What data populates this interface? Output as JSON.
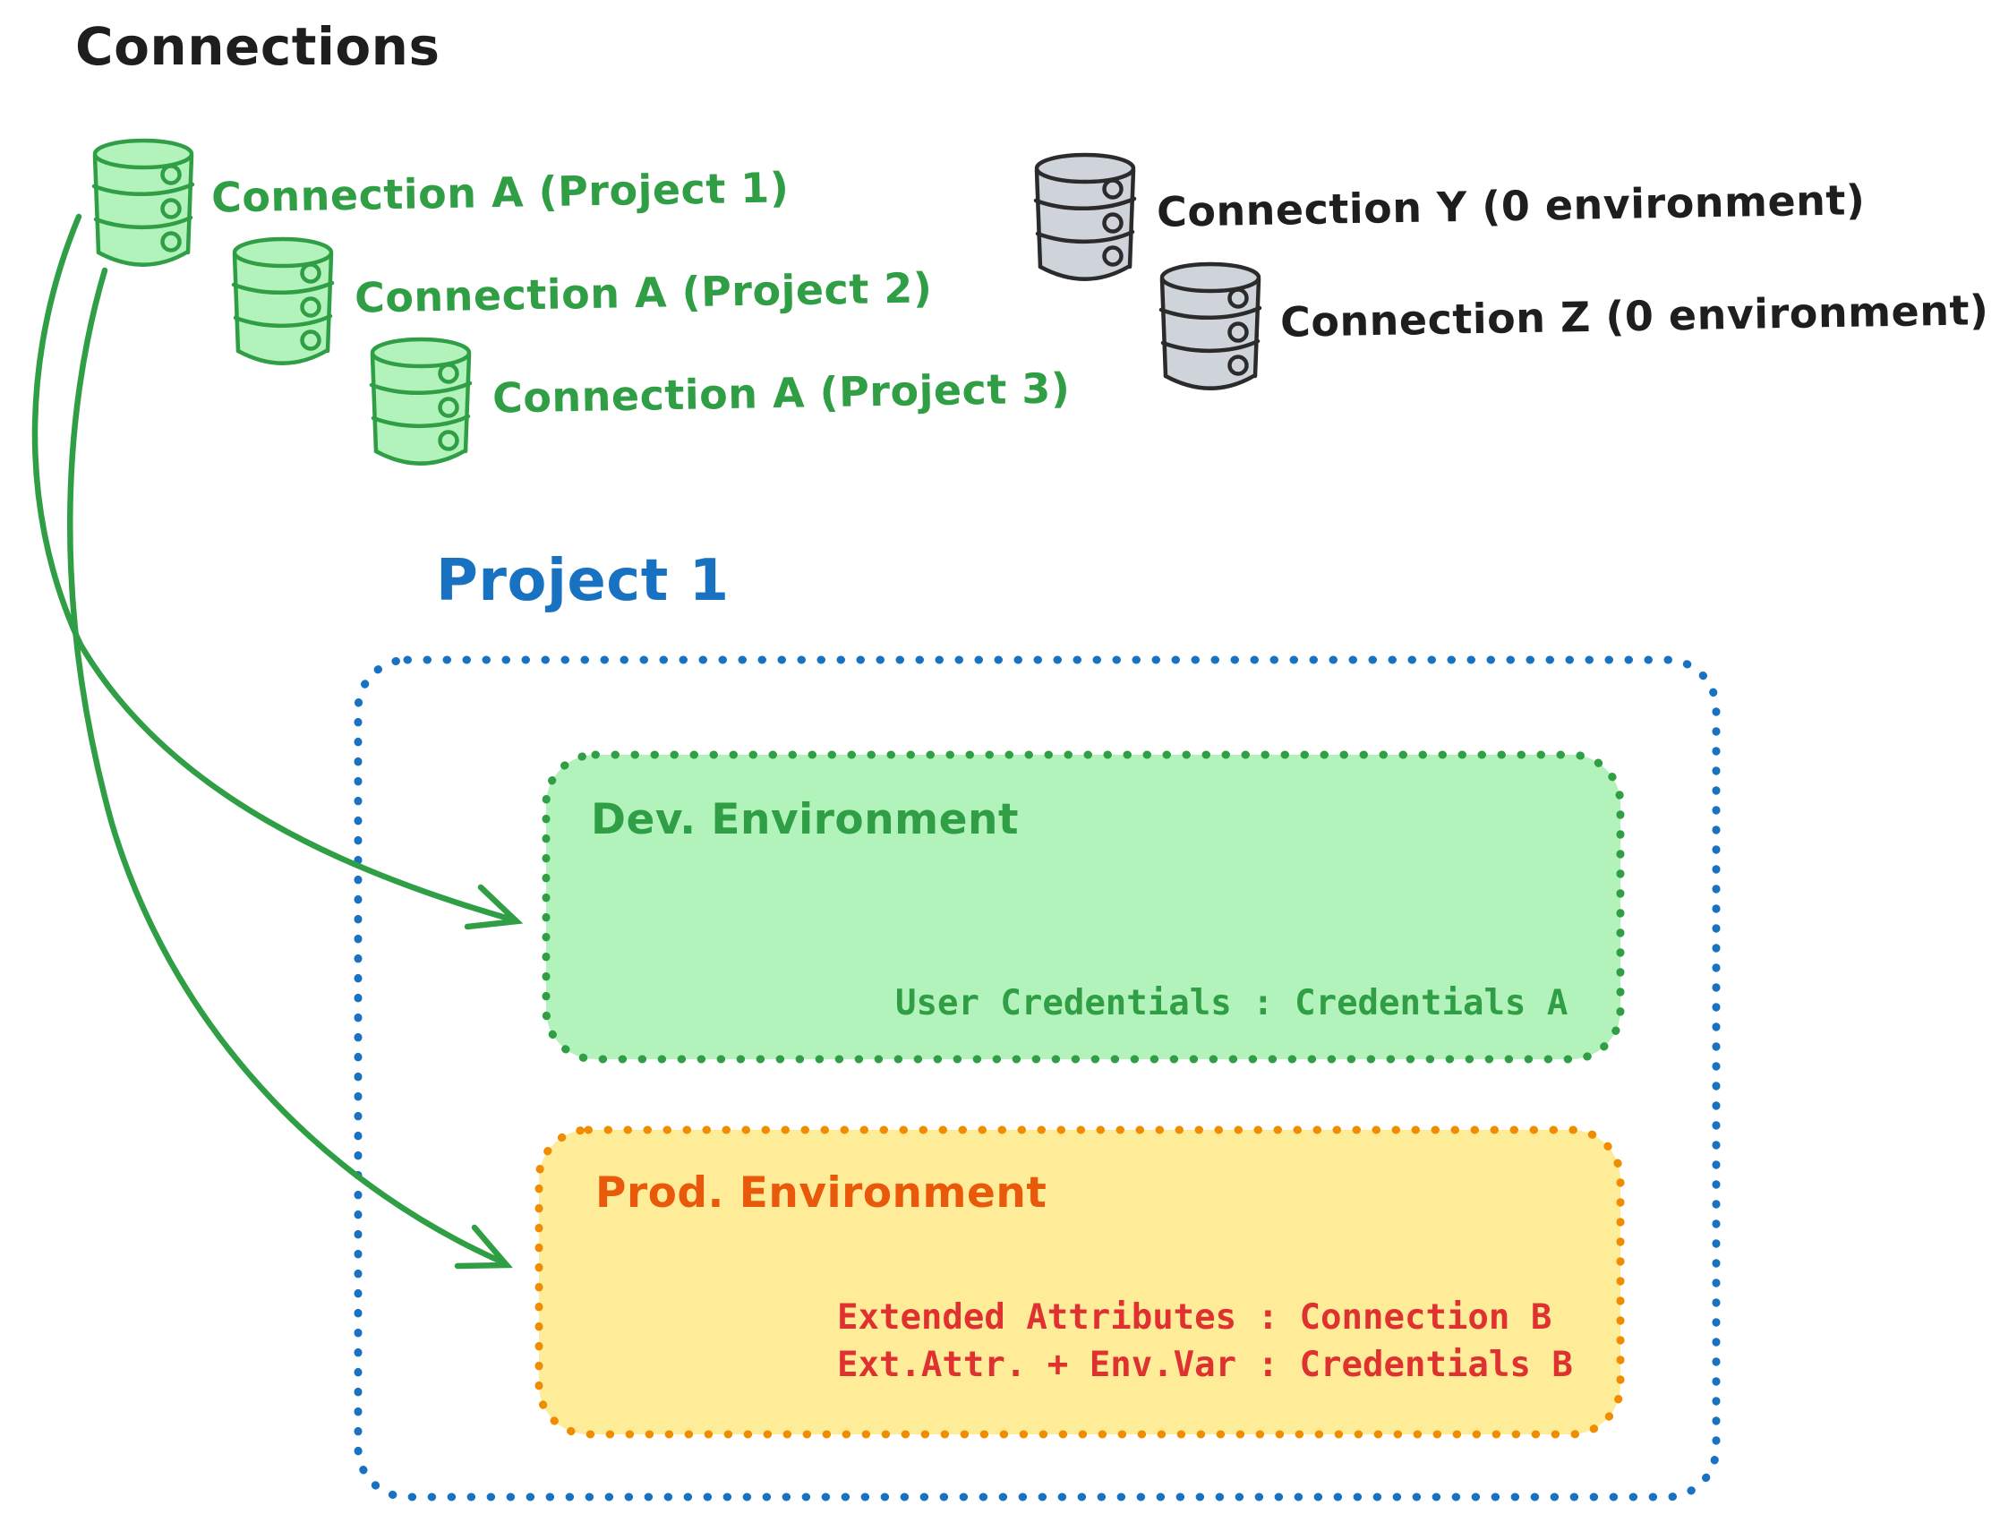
{
  "title": "Connections",
  "connections": {
    "green": [
      {
        "label": "Connection A (Project 1)"
      },
      {
        "label": "Connection A (Project 2)"
      },
      {
        "label": "Connection A (Project 3)"
      }
    ],
    "gray": [
      {
        "label": "Connection Y (0 environment)"
      },
      {
        "label": "Connection Z (0 environment)"
      }
    ]
  },
  "project": {
    "title": "Project 1",
    "dev_environment": {
      "title": "Dev. Environment",
      "mapping": "User Credentials : Credentials A"
    },
    "prod_environment": {
      "title": "Prod. Environment",
      "mappings": [
        "Extended Attributes : Connection B",
        "Ext.Attr. + Env.Var : Credentials B"
      ]
    }
  },
  "colors": {
    "ink": "#1e1e1e",
    "green": "#2f9e44",
    "green-fill": "#b2f2bb",
    "blue": "#1971c2",
    "orange": "#f08c00",
    "orange-text": "#e8590c",
    "yellow-fill": "#ffec99",
    "red": "#e03131",
    "gray-fill": "#ced4da",
    "gray-stroke": "#2b2b2b",
    "bg": "#ffffff"
  }
}
